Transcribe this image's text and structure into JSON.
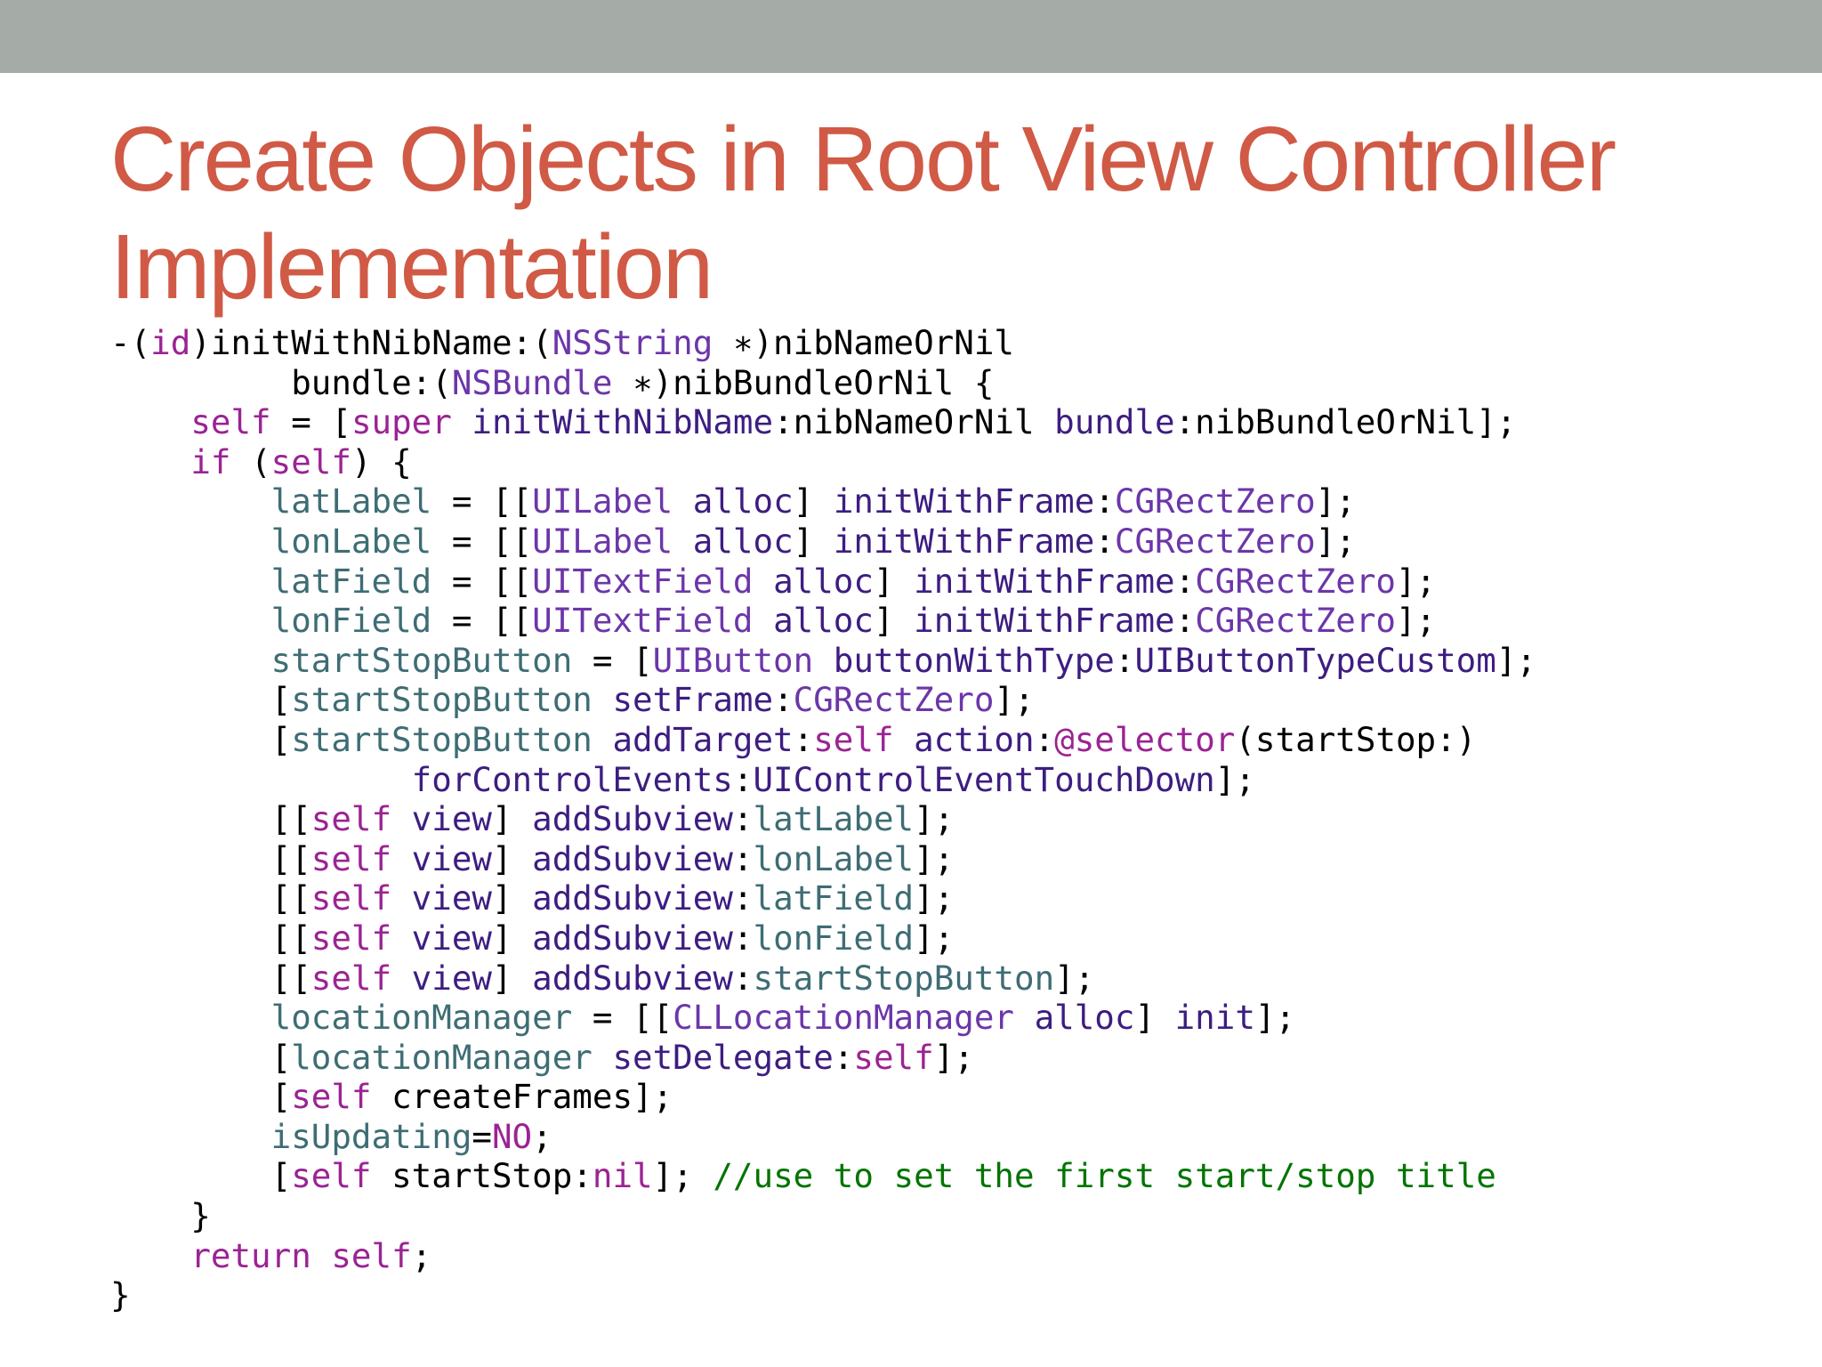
{
  "slide": {
    "title_lines": [
      "Create Objects in Root View Controller",
      "Implementation"
    ],
    "colors": {
      "top_band": "#a5aca7",
      "title": "#d05a45",
      "keyword": "#9b2393",
      "class": "#6c36a9",
      "method": "#3d1d81",
      "ivar": "#3e6d74",
      "comment": "#007400",
      "plain": "#000000"
    }
  },
  "code": {
    "language": "Objective-C",
    "lines": [
      [
        [
          "pl",
          "-("
        ],
        [
          "kw",
          "id"
        ],
        [
          "pl",
          ")initWithNibName:("
        ],
        [
          "cls",
          "NSString"
        ],
        [
          "pl",
          " ∗)nibNameOrNil"
        ]
      ],
      [
        [
          "pl",
          "         bundle:("
        ],
        [
          "cls",
          "NSBundle"
        ],
        [
          "pl",
          " ∗)nibBundleOrNil {"
        ]
      ],
      [
        [
          "pl",
          "    "
        ],
        [
          "kw",
          "self"
        ],
        [
          "pl",
          " = ["
        ],
        [
          "kw",
          "super"
        ],
        [
          "pl",
          " "
        ],
        [
          "msg",
          "initWithNibName"
        ],
        [
          "pl",
          ":nibNameOrNil "
        ],
        [
          "msg",
          "bundle"
        ],
        [
          "pl",
          ":nibBundleOrNil];"
        ]
      ],
      [
        [
          "pl",
          "    "
        ],
        [
          "kw",
          "if"
        ],
        [
          "pl",
          " ("
        ],
        [
          "kw",
          "self"
        ],
        [
          "pl",
          ") {"
        ]
      ],
      [
        [
          "pl",
          "        "
        ],
        [
          "ivar",
          "latLabel"
        ],
        [
          "pl",
          " = [["
        ],
        [
          "cls",
          "UILabel"
        ],
        [
          "pl",
          " "
        ],
        [
          "msg",
          "alloc"
        ],
        [
          "pl",
          "] "
        ],
        [
          "msg",
          "initWithFrame"
        ],
        [
          "pl",
          ":"
        ],
        [
          "cls",
          "CGRectZero"
        ],
        [
          "pl",
          "];"
        ]
      ],
      [
        [
          "pl",
          "        "
        ],
        [
          "ivar",
          "lonLabel"
        ],
        [
          "pl",
          " = [["
        ],
        [
          "cls",
          "UILabel"
        ],
        [
          "pl",
          " "
        ],
        [
          "msg",
          "alloc"
        ],
        [
          "pl",
          "] "
        ],
        [
          "msg",
          "initWithFrame"
        ],
        [
          "pl",
          ":"
        ],
        [
          "cls",
          "CGRectZero"
        ],
        [
          "pl",
          "];"
        ]
      ],
      [
        [
          "pl",
          "        "
        ],
        [
          "ivar",
          "latField"
        ],
        [
          "pl",
          " = [["
        ],
        [
          "cls",
          "UITextField"
        ],
        [
          "pl",
          " "
        ],
        [
          "msg",
          "alloc"
        ],
        [
          "pl",
          "] "
        ],
        [
          "msg",
          "initWithFrame"
        ],
        [
          "pl",
          ":"
        ],
        [
          "cls",
          "CGRectZero"
        ],
        [
          "pl",
          "];"
        ]
      ],
      [
        [
          "pl",
          "        "
        ],
        [
          "ivar",
          "lonField"
        ],
        [
          "pl",
          " = [["
        ],
        [
          "cls",
          "UITextField"
        ],
        [
          "pl",
          " "
        ],
        [
          "msg",
          "alloc"
        ],
        [
          "pl",
          "] "
        ],
        [
          "msg",
          "initWithFrame"
        ],
        [
          "pl",
          ":"
        ],
        [
          "cls",
          "CGRectZero"
        ],
        [
          "pl",
          "];"
        ]
      ],
      [
        [
          "pl",
          "        "
        ],
        [
          "ivar",
          "startStopButton"
        ],
        [
          "pl",
          " = ["
        ],
        [
          "cls",
          "UIButton"
        ],
        [
          "pl",
          " "
        ],
        [
          "msg",
          "buttonWithType"
        ],
        [
          "pl",
          ":"
        ],
        [
          "msg",
          "UIButtonTypeCustom"
        ],
        [
          "pl",
          "];"
        ]
      ],
      [
        [
          "pl",
          "        ["
        ],
        [
          "ivar",
          "startStopButton"
        ],
        [
          "pl",
          " "
        ],
        [
          "msg",
          "setFrame"
        ],
        [
          "pl",
          ":"
        ],
        [
          "cls",
          "CGRectZero"
        ],
        [
          "pl",
          "];"
        ]
      ],
      [
        [
          "pl",
          "        ["
        ],
        [
          "ivar",
          "startStopButton"
        ],
        [
          "pl",
          " "
        ],
        [
          "msg",
          "addTarget"
        ],
        [
          "pl",
          ":"
        ],
        [
          "kw",
          "self"
        ],
        [
          "pl",
          " "
        ],
        [
          "msg",
          "action"
        ],
        [
          "pl",
          ":"
        ],
        [
          "kw",
          "@selector"
        ],
        [
          "pl",
          "(startStop:)"
        ]
      ],
      [
        [
          "pl",
          "               "
        ],
        [
          "msg",
          "forControlEvents"
        ],
        [
          "pl",
          ":"
        ],
        [
          "msg",
          "UIControlEventTouchDown"
        ],
        [
          "pl",
          "];"
        ]
      ],
      [
        [
          "pl",
          "        [["
        ],
        [
          "kw",
          "self"
        ],
        [
          "pl",
          " "
        ],
        [
          "msg",
          "view"
        ],
        [
          "pl",
          "] "
        ],
        [
          "msg",
          "addSubview"
        ],
        [
          "pl",
          ":"
        ],
        [
          "ivar",
          "latLabel"
        ],
        [
          "pl",
          "];"
        ]
      ],
      [
        [
          "pl",
          "        [["
        ],
        [
          "kw",
          "self"
        ],
        [
          "pl",
          " "
        ],
        [
          "msg",
          "view"
        ],
        [
          "pl",
          "] "
        ],
        [
          "msg",
          "addSubview"
        ],
        [
          "pl",
          ":"
        ],
        [
          "ivar",
          "lonLabel"
        ],
        [
          "pl",
          "];"
        ]
      ],
      [
        [
          "pl",
          "        [["
        ],
        [
          "kw",
          "self"
        ],
        [
          "pl",
          " "
        ],
        [
          "msg",
          "view"
        ],
        [
          "pl",
          "] "
        ],
        [
          "msg",
          "addSubview"
        ],
        [
          "pl",
          ":"
        ],
        [
          "ivar",
          "latField"
        ],
        [
          "pl",
          "];"
        ]
      ],
      [
        [
          "pl",
          "        [["
        ],
        [
          "kw",
          "self"
        ],
        [
          "pl",
          " "
        ],
        [
          "msg",
          "view"
        ],
        [
          "pl",
          "] "
        ],
        [
          "msg",
          "addSubview"
        ],
        [
          "pl",
          ":"
        ],
        [
          "ivar",
          "lonField"
        ],
        [
          "pl",
          "];"
        ]
      ],
      [
        [
          "pl",
          "        [["
        ],
        [
          "kw",
          "self"
        ],
        [
          "pl",
          " "
        ],
        [
          "msg",
          "view"
        ],
        [
          "pl",
          "] "
        ],
        [
          "msg",
          "addSubview"
        ],
        [
          "pl",
          ":"
        ],
        [
          "ivar",
          "startStopButton"
        ],
        [
          "pl",
          "];"
        ]
      ],
      [
        [
          "pl",
          "        "
        ],
        [
          "ivar",
          "locationManager"
        ],
        [
          "pl",
          " = [["
        ],
        [
          "cls",
          "CLLocationManager"
        ],
        [
          "pl",
          " "
        ],
        [
          "msg",
          "alloc"
        ],
        [
          "pl",
          "] "
        ],
        [
          "msg",
          "init"
        ],
        [
          "pl",
          "];"
        ]
      ],
      [
        [
          "pl",
          "        ["
        ],
        [
          "ivar",
          "locationManager"
        ],
        [
          "pl",
          " "
        ],
        [
          "msg",
          "setDelegate"
        ],
        [
          "pl",
          ":"
        ],
        [
          "kw",
          "self"
        ],
        [
          "pl",
          "];"
        ]
      ],
      [
        [
          "pl",
          "        ["
        ],
        [
          "kw",
          "self"
        ],
        [
          "pl",
          " createFrames];"
        ]
      ],
      [
        [
          "pl",
          "        "
        ],
        [
          "ivar",
          "isUpdating"
        ],
        [
          "pl",
          "="
        ],
        [
          "kw",
          "NO"
        ],
        [
          "pl",
          ";"
        ]
      ],
      [
        [
          "pl",
          "        ["
        ],
        [
          "kw",
          "self"
        ],
        [
          "pl",
          " startStop:"
        ],
        [
          "kw",
          "nil"
        ],
        [
          "pl",
          "]; "
        ],
        [
          "com",
          "//use to set the first start/stop title"
        ]
      ],
      [
        [
          "pl",
          "    }"
        ]
      ],
      [
        [
          "pl",
          "    "
        ],
        [
          "kw",
          "return"
        ],
        [
          "pl",
          " "
        ],
        [
          "kw",
          "self"
        ],
        [
          "pl",
          ";"
        ]
      ],
      [
        [
          "pl",
          "}"
        ]
      ]
    ]
  }
}
